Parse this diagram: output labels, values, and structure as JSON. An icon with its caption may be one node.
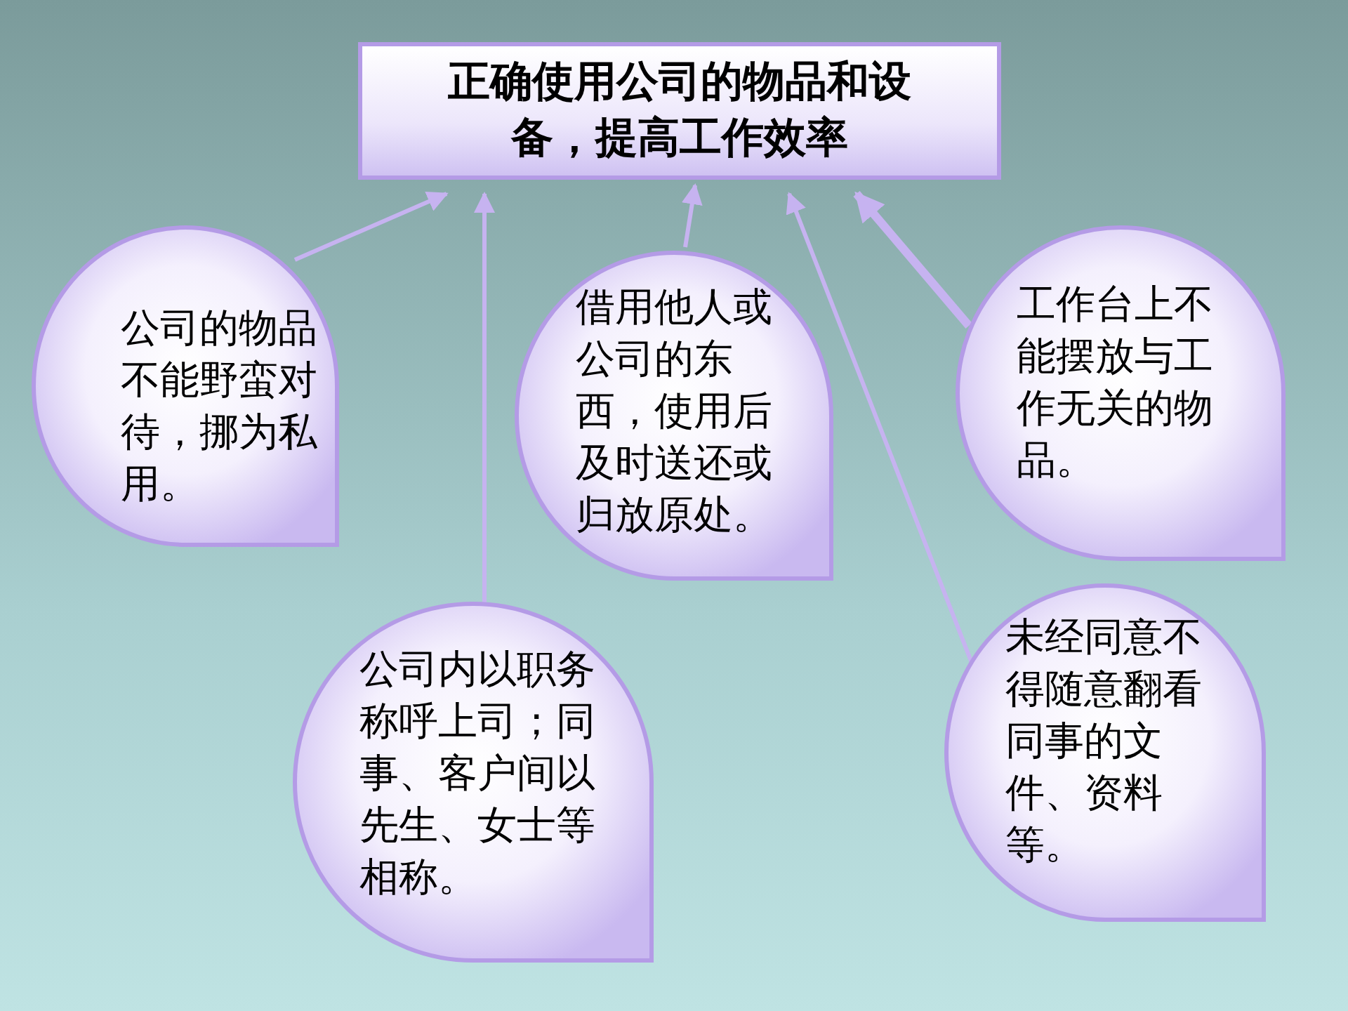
{
  "diagram": {
    "nodes": [
      {
        "text": [
          "正确使用公司的物品和设备，提高工作效率"
        ]
      },
      {
        "text": [
          "公司的物品不能野蛮对待，挪为私用。"
        ]
      },
      {
        "text": [
          "公司内以职务称呼上司；同事、客户间以先生、女士等相称。"
        ]
      },
      {
        "text": [
          "借用他人或公司的东西，使用后及时送还或归放原处。"
        ]
      },
      {
        "text": [
          "工作台上不能摆放与工作无关的物品。"
        ]
      },
      {
        "text": [
          "未经同意不得随意翻看同事的文件、资料等。"
        ]
      }
    ],
    "edges": [
      {
        "from": 1,
        "to": 0,
        "arrow": "to"
      },
      {
        "from": 2,
        "to": 0,
        "arrow": "to"
      },
      {
        "from": 3,
        "to": 0,
        "arrow": "to"
      },
      {
        "from": 5,
        "to": 0,
        "arrow": "to"
      },
      {
        "from": 4,
        "to": 0,
        "arrow": "to",
        "style": "thick"
      }
    ]
  }
}
